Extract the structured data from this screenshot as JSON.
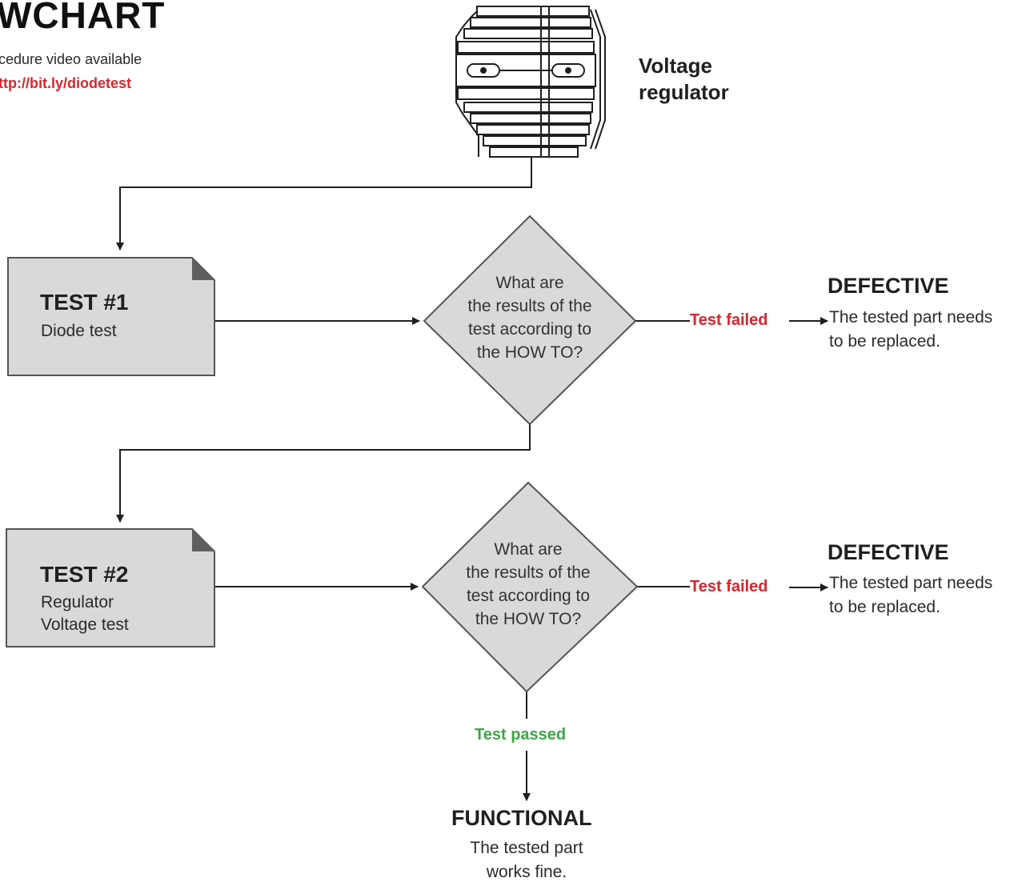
{
  "header": {
    "title": "WCHART",
    "subtitle": "cedure video available",
    "link": "ttp://bit.ly/diodetest"
  },
  "component": {
    "label_line1": "Voltage",
    "label_line2": "regulator",
    "icon": "voltage-regulator-icon"
  },
  "tests": [
    {
      "title": "TEST #1",
      "desc_line1": "Diode test",
      "desc_line2": "",
      "question": [
        "What are",
        "the results of the",
        "test according to",
        "the HOW TO?"
      ],
      "fail_label": "Test failed",
      "fail_result_title": "DEFECTIVE",
      "fail_result_line1": "The tested part needs",
      "fail_result_line2": "to be replaced."
    },
    {
      "title": "TEST #2",
      "desc_line1": "Regulator",
      "desc_line2": "Voltage test",
      "question": [
        "What are",
        "the results of the",
        "test according to",
        "the HOW TO?"
      ],
      "fail_label": "Test failed",
      "fail_result_title": "DEFECTIVE",
      "fail_result_line1": "The tested part needs",
      "fail_result_line2": "to be replaced."
    }
  ],
  "pass": {
    "label": "Test passed",
    "result_title": "FUNCTIONAL",
    "result_line1": "The tested part",
    "result_line2": "works fine."
  },
  "colors": {
    "box_fill": "#d9d9d9",
    "box_stroke": "#555555",
    "fold": "#5f5f5f",
    "fail": "#d6262d",
    "pass": "#3aa845",
    "link": "#d6262d"
  }
}
